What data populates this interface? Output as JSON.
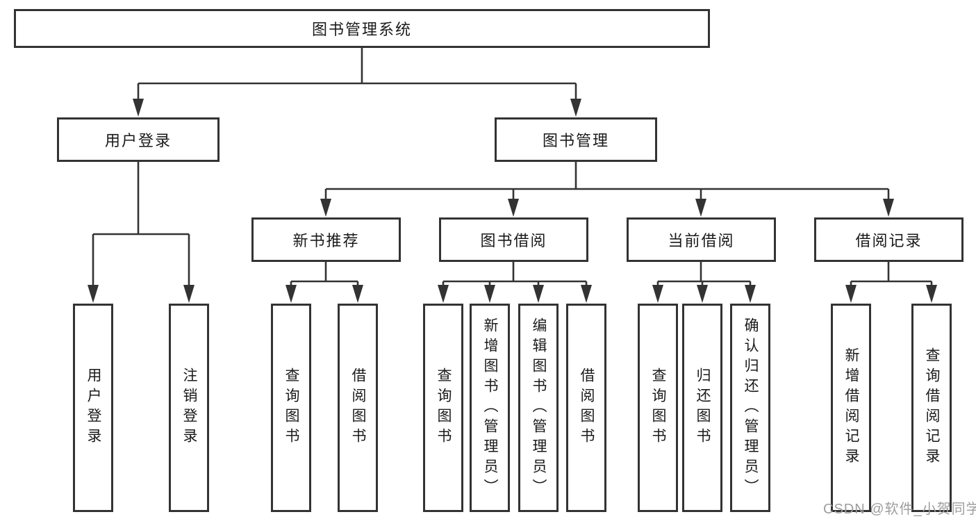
{
  "nodes": {
    "root": {
      "label": "图书管理系统"
    },
    "level2": [
      {
        "label": "用户登录"
      },
      {
        "label": "图书管理"
      }
    ],
    "level3": [
      {
        "label": "新书推荐"
      },
      {
        "label": "图书借阅"
      },
      {
        "label": "当前借阅"
      },
      {
        "label": "借阅记录"
      }
    ],
    "leaves": [
      {
        "label": "用户登录"
      },
      {
        "label": "注销登录"
      },
      {
        "label": "查询图书"
      },
      {
        "label": "借阅图书"
      },
      {
        "label": "查询图书"
      },
      {
        "label": "新增图书（管理员）"
      },
      {
        "label": "编辑图书（管理员）"
      },
      {
        "label": "借阅图书"
      },
      {
        "label": "查询图书"
      },
      {
        "label": "归还图书"
      },
      {
        "label": "确认归还（管理员）"
      },
      {
        "label": "新增借阅记录"
      },
      {
        "label": "查询借阅记录"
      }
    ]
  },
  "watermark": {
    "text": "CSDN @软件_小贺同学"
  },
  "colors": {
    "line": "#333333",
    "box_border": "#333333",
    "text": "#1a1a1a",
    "watermark": "#9e9e9e",
    "background": "#ffffff"
  }
}
